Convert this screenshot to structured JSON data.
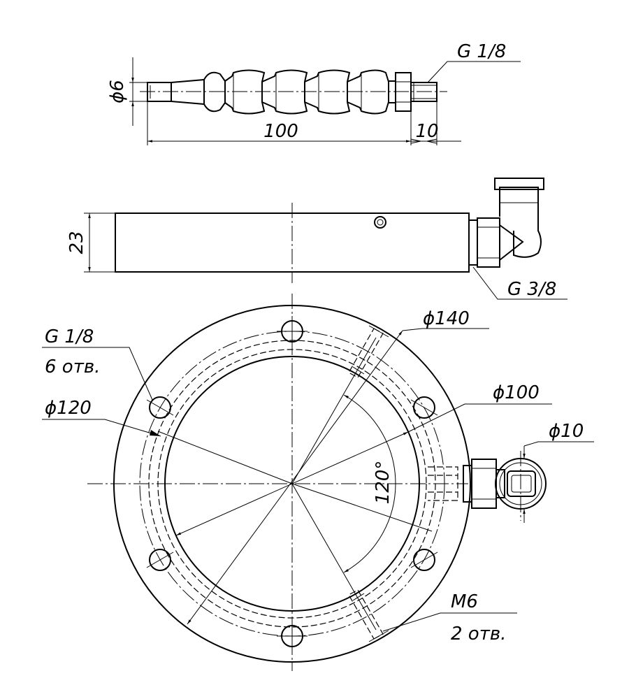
{
  "labels": {
    "nozzle_thread": "G 1/8",
    "nozzle_diameter": "ϕ6",
    "nozzle_length": "100",
    "nozzle_thread_length": "10",
    "side_height": "23",
    "side_inlet_thread": "G 3/8",
    "holes_thread": "G 1/8",
    "holes_count": "6 отв.",
    "dia_120": "ϕ120",
    "dia_140": "ϕ140",
    "dia_100": "ϕ100",
    "dia_10": "ϕ10",
    "angle_120": "120°",
    "mount_thread": "M6",
    "mount_count": "2 отв."
  }
}
